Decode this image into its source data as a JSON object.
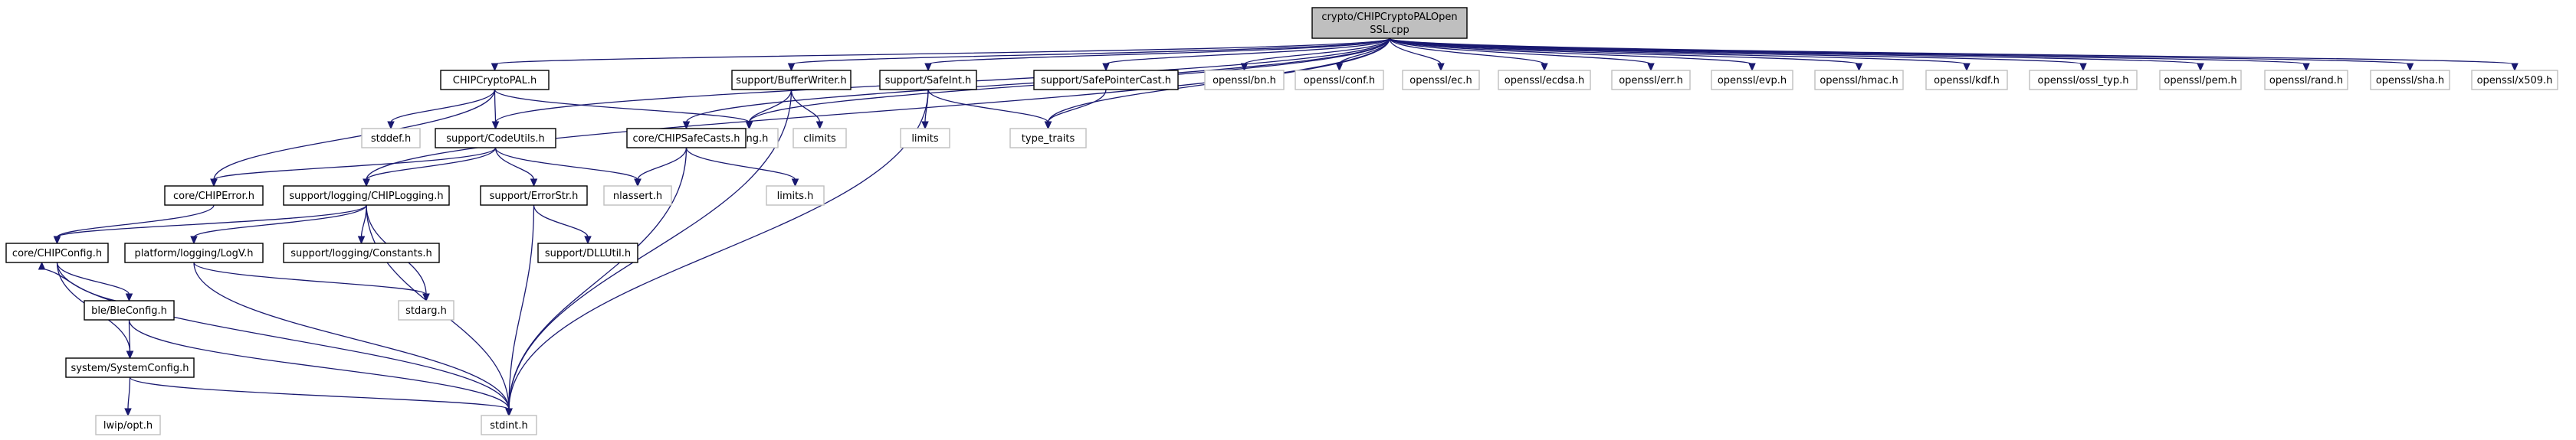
{
  "colors": {
    "edge": "#191970",
    "root_fill": "#bfbfbf",
    "node_border": "#000000",
    "external_border": "#bfbfbf",
    "node_fill": "#ffffff"
  },
  "graph": {
    "nodes": [
      {
        "id": "root",
        "lines": [
          "crypto/CHIPCryptoPALOpen",
          "SSL.cpp"
        ],
        "kind": "root"
      },
      {
        "id": "pal",
        "lines": [
          "CHIPCryptoPAL.h"
        ],
        "kind": "header"
      },
      {
        "id": "bufwriter",
        "lines": [
          "support/BufferWriter.h"
        ],
        "kind": "header"
      },
      {
        "id": "safeint",
        "lines": [
          "support/SafeInt.h"
        ],
        "kind": "header"
      },
      {
        "id": "safeptr",
        "lines": [
          "support/SafePointerCast.h"
        ],
        "kind": "header"
      },
      {
        "id": "bn",
        "lines": [
          "openssl/bn.h"
        ],
        "kind": "external"
      },
      {
        "id": "conf",
        "lines": [
          "openssl/conf.h"
        ],
        "kind": "external"
      },
      {
        "id": "ec",
        "lines": [
          "openssl/ec.h"
        ],
        "kind": "external"
      },
      {
        "id": "ecdsa",
        "lines": [
          "openssl/ecdsa.h"
        ],
        "kind": "external"
      },
      {
        "id": "err",
        "lines": [
          "openssl/err.h"
        ],
        "kind": "external"
      },
      {
        "id": "evp",
        "lines": [
          "openssl/evp.h"
        ],
        "kind": "external"
      },
      {
        "id": "hmac",
        "lines": [
          "openssl/hmac.h"
        ],
        "kind": "external"
      },
      {
        "id": "kdf",
        "lines": [
          "openssl/kdf.h"
        ],
        "kind": "external"
      },
      {
        "id": "ossltyp",
        "lines": [
          "openssl/ossl_typ.h"
        ],
        "kind": "external"
      },
      {
        "id": "pem",
        "lines": [
          "openssl/pem.h"
        ],
        "kind": "external"
      },
      {
        "id": "rand",
        "lines": [
          "openssl/rand.h"
        ],
        "kind": "external"
      },
      {
        "id": "sha",
        "lines": [
          "openssl/sha.h"
        ],
        "kind": "external"
      },
      {
        "id": "x509",
        "lines": [
          "openssl/x509.h"
        ],
        "kind": "external"
      },
      {
        "id": "stddef",
        "lines": [
          "stddef.h"
        ],
        "kind": "external"
      },
      {
        "id": "codeutils",
        "lines": [
          "support/CodeUtils.h"
        ],
        "kind": "header"
      },
      {
        "id": "string",
        "lines": [
          "string.h"
        ],
        "kind": "external"
      },
      {
        "id": "climits",
        "lines": [
          "climits"
        ],
        "kind": "external"
      },
      {
        "id": "safecasts",
        "lines": [
          "core/CHIPSafeCasts.h"
        ],
        "kind": "header"
      },
      {
        "id": "limits",
        "lines": [
          "limits"
        ],
        "kind": "external"
      },
      {
        "id": "typetraits",
        "lines": [
          "type_traits"
        ],
        "kind": "external"
      },
      {
        "id": "chiperror",
        "lines": [
          "core/CHIPError.h"
        ],
        "kind": "header"
      },
      {
        "id": "chiplogging",
        "lines": [
          "support/logging/CHIPLogging.h"
        ],
        "kind": "header"
      },
      {
        "id": "errorstr",
        "lines": [
          "support/ErrorStr.h"
        ],
        "kind": "header"
      },
      {
        "id": "nlassert",
        "lines": [
          "nlassert.h"
        ],
        "kind": "external"
      },
      {
        "id": "limitsh",
        "lines": [
          "limits.h"
        ],
        "kind": "external"
      },
      {
        "id": "chipconfig",
        "lines": [
          "core/CHIPConfig.h"
        ],
        "kind": "header"
      },
      {
        "id": "logv",
        "lines": [
          "platform/logging/LogV.h"
        ],
        "kind": "header"
      },
      {
        "id": "constants",
        "lines": [
          "support/logging/Constants.h"
        ],
        "kind": "header"
      },
      {
        "id": "dllutil",
        "lines": [
          "support/DLLUtil.h"
        ],
        "kind": "header"
      },
      {
        "id": "bleconfig",
        "lines": [
          "ble/BleConfig.h"
        ],
        "kind": "header"
      },
      {
        "id": "stdarg",
        "lines": [
          "stdarg.h"
        ],
        "kind": "external"
      },
      {
        "id": "sysconfig",
        "lines": [
          "system/SystemConfig.h"
        ],
        "kind": "header"
      },
      {
        "id": "stdint",
        "lines": [
          "stdint.h"
        ],
        "kind": "external"
      },
      {
        "id": "lwipopt",
        "lines": [
          "lwip/opt.h"
        ],
        "kind": "external"
      }
    ],
    "edges": [
      [
        "root",
        "pal"
      ],
      [
        "root",
        "bufwriter"
      ],
      [
        "root",
        "safeint"
      ],
      [
        "root",
        "safeptr"
      ],
      [
        "root",
        "bn"
      ],
      [
        "root",
        "conf"
      ],
      [
        "root",
        "ec"
      ],
      [
        "root",
        "ecdsa"
      ],
      [
        "root",
        "err"
      ],
      [
        "root",
        "evp"
      ],
      [
        "root",
        "hmac"
      ],
      [
        "root",
        "kdf"
      ],
      [
        "root",
        "ossltyp"
      ],
      [
        "root",
        "pem"
      ],
      [
        "root",
        "rand"
      ],
      [
        "root",
        "sha"
      ],
      [
        "root",
        "x509"
      ],
      [
        "root",
        "codeutils"
      ],
      [
        "root",
        "chiplogging"
      ],
      [
        "root",
        "safecasts"
      ],
      [
        "root",
        "string"
      ],
      [
        "root",
        "typetraits"
      ],
      [
        "pal",
        "stddef"
      ],
      [
        "pal",
        "codeutils"
      ],
      [
        "pal",
        "string"
      ],
      [
        "pal",
        "chiperror"
      ],
      [
        "bufwriter",
        "string"
      ],
      [
        "bufwriter",
        "climits"
      ],
      [
        "bufwriter",
        "stdint"
      ],
      [
        "safeint",
        "limits"
      ],
      [
        "safeint",
        "typetraits"
      ],
      [
        "safeint",
        "stdint"
      ],
      [
        "safeptr",
        "typetraits"
      ],
      [
        "codeutils",
        "chiperror"
      ],
      [
        "codeutils",
        "chiplogging"
      ],
      [
        "codeutils",
        "errorstr"
      ],
      [
        "codeutils",
        "nlassert"
      ],
      [
        "safecasts",
        "nlassert"
      ],
      [
        "safecasts",
        "limitsh"
      ],
      [
        "safecasts",
        "stdint"
      ],
      [
        "chiperror",
        "chipconfig"
      ],
      [
        "chiplogging",
        "chipconfig"
      ],
      [
        "chiplogging",
        "logv"
      ],
      [
        "chiplogging",
        "constants"
      ],
      [
        "chiplogging",
        "stdarg"
      ],
      [
        "chiplogging",
        "stdint"
      ],
      [
        "errorstr",
        "dllutil"
      ],
      [
        "errorstr",
        "stdint"
      ],
      [
        "chipconfig",
        "bleconfig"
      ],
      [
        "chipconfig",
        "sysconfig"
      ],
      [
        "chipconfig",
        "stdint"
      ],
      [
        "logv",
        "stdarg"
      ],
      [
        "logv",
        "stdint"
      ],
      [
        "bleconfig",
        "chipconfig"
      ],
      [
        "bleconfig",
        "sysconfig"
      ],
      [
        "bleconfig",
        "stdint"
      ],
      [
        "sysconfig",
        "lwipopt"
      ],
      [
        "sysconfig",
        "stdint"
      ]
    ]
  }
}
